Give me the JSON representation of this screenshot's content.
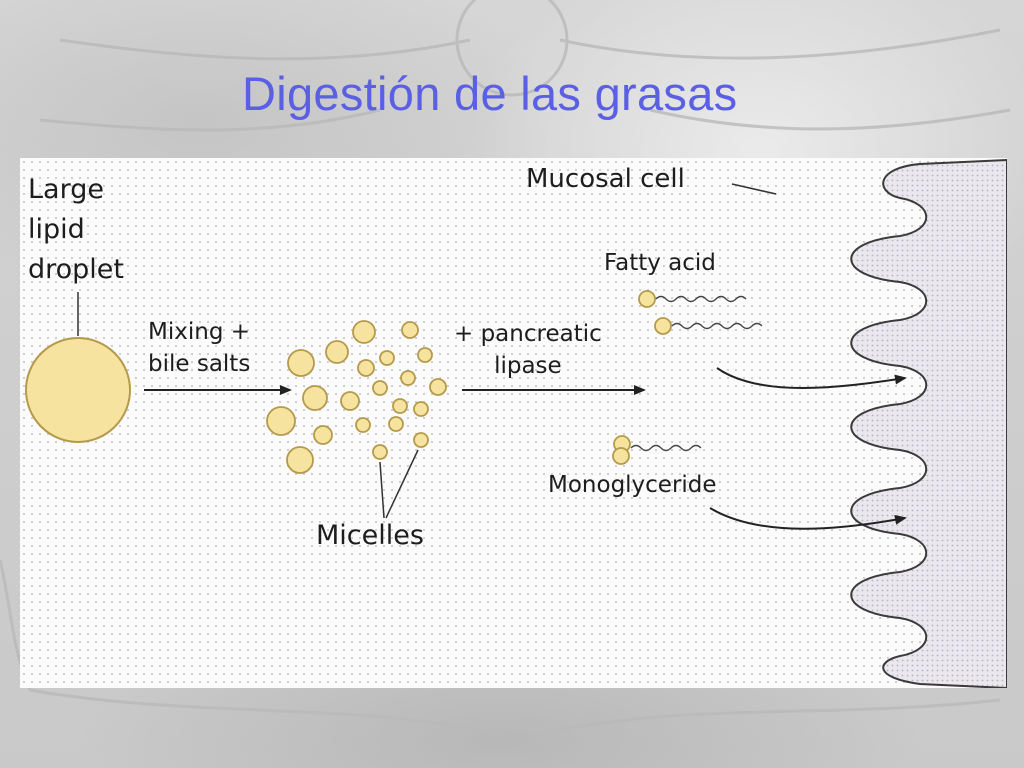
{
  "slide": {
    "title": "Digestión de las grasas"
  },
  "diagram": {
    "labels": {
      "large_lipid_droplet": [
        "Large",
        "lipid",
        "droplet"
      ],
      "mixing": [
        "Mixing +",
        "bile salts"
      ],
      "pancreatic_lipase": [
        "+ pancreatic",
        "lipase"
      ],
      "micelles": "Micelles",
      "mucosal_cell": "Mucosal cell",
      "fatty_acid": "Fatty acid",
      "monoglyceride": "Monoglyceride"
    },
    "colors": {
      "lipid_fill": "#f6e3a0",
      "lipid_stroke": "#b49a4a",
      "cell_fill": "#e7e3ea",
      "title": "#5a5fe3"
    }
  }
}
